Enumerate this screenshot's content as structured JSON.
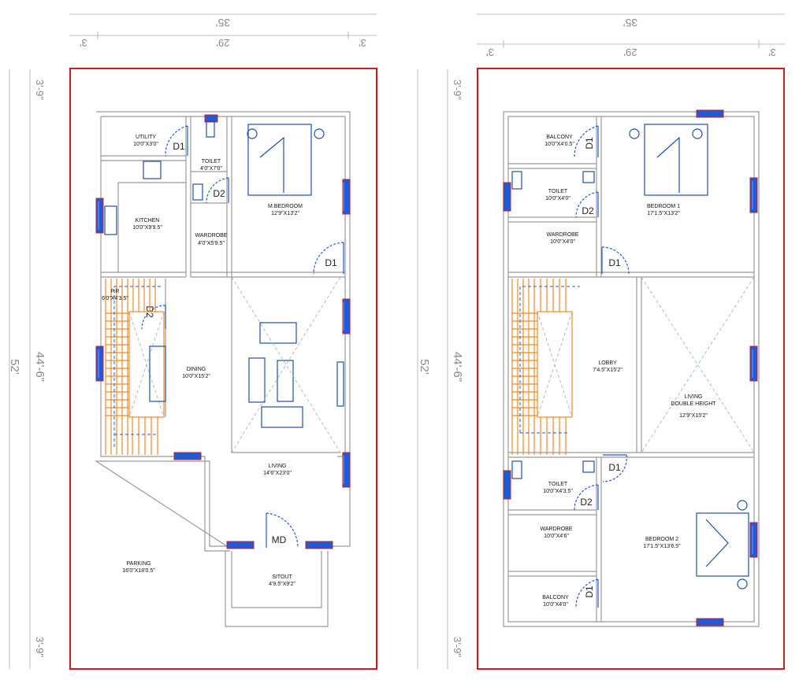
{
  "dimensions": {
    "width_total": "35'",
    "width_inner": "29'",
    "width_side": "3'",
    "length_total": "52'",
    "length_inner": "44'-6\"",
    "setback_top": "3'-9\"",
    "setback_bottom": "3'-9\""
  },
  "ground_floor": {
    "rooms": {
      "utility": {
        "name": "UTILITY",
        "size": "10'0\"X3'0\""
      },
      "toilet": {
        "name": "TOILET",
        "size": "4'0\"X7'0\""
      },
      "master_bedroom": {
        "name": "M.BEDROOM",
        "size": "12'9\"X13'2\""
      },
      "kitchen": {
        "name": "KITCHEN",
        "size": "10'0\"X9'9.5\""
      },
      "wardrobe": {
        "name": "WARDROBE",
        "size": "4'0\"X5'9.5\""
      },
      "pr": {
        "name": "P.R",
        "size": "6'0\"X4'3.5\""
      },
      "dining": {
        "name": "DINING",
        "size": "10'0\"X15'2\""
      },
      "living": {
        "name": "LIVING",
        "size": "14'6\"X23'0\""
      },
      "parking": {
        "name": "PARKING",
        "size": "16'0\"X18'0.5\""
      },
      "sitout": {
        "name": "SITOUT",
        "size": "4'9.5\"X9'2\""
      }
    },
    "doors": {
      "d1": "D1",
      "d2": "D2",
      "md": "MD"
    }
  },
  "first_floor": {
    "rooms": {
      "balcony_top": {
        "name": "BALCONY",
        "size": "10'0\"X4'0.5\""
      },
      "toilet_top": {
        "name": "TOILET",
        "size": "10'0\"X4'0\""
      },
      "bedroom1": {
        "name": "BEDROOM 1",
        "size": "17'1.5\"X13'2\""
      },
      "wardrobe_top": {
        "name": "WARDROBE",
        "size": "10'0\"X4'0\""
      },
      "lobby": {
        "name": "LOBBY",
        "size": "7'4.5\"X15'2\""
      },
      "living_dh": {
        "name": "LIVING",
        "name2": "DOUBLE HEIGHT",
        "size": "12'9\"X15'2\""
      },
      "toilet_bottom": {
        "name": "TOILET",
        "size": "10'0\"X4'3.5\""
      },
      "wardrobe_bottom": {
        "name": "WARDROBE",
        "size": "10'0\"X4'6\""
      },
      "bedroom2": {
        "name": "BEDROOM 2",
        "size": "17'1.5\"X13'6.5\""
      },
      "balcony_bottom": {
        "name": "BALCONY",
        "size": "10'0\"X4'0\""
      }
    },
    "doors": {
      "d1": "D1",
      "d2": "D2"
    }
  },
  "colors": {
    "boundary": "#d11a1a",
    "window": "#1e5bd8",
    "stair": "#f08a24",
    "furniture": "#1e4fa8"
  }
}
